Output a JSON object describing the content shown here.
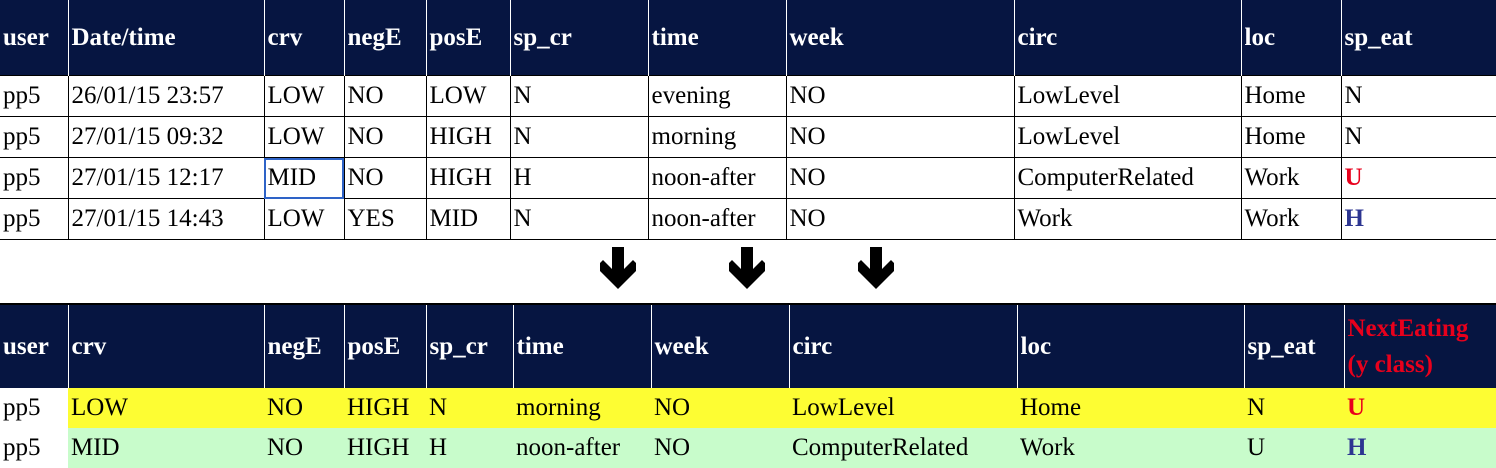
{
  "top_table": {
    "headers": [
      "user",
      "Date/time",
      "crv",
      "negE",
      "posE",
      "sp_cr",
      "time",
      "week",
      "circ",
      "loc",
      "sp_eat"
    ],
    "rows": [
      [
        "pp5",
        "26/01/15 23:57",
        "LOW",
        "NO",
        "LOW",
        "N",
        "evening",
        "NO",
        "LowLevel",
        "Home",
        "N"
      ],
      [
        "pp5",
        "27/01/15 09:32",
        "LOW",
        "NO",
        "HIGH",
        "N",
        "morning",
        "NO",
        "LowLevel",
        "Home",
        "N"
      ],
      [
        "pp5",
        "27/01/15 12:17",
        "MID",
        "NO",
        "HIGH",
        "H",
        "noon-after",
        "NO",
        "ComputerRelated",
        "Work",
        "U"
      ],
      [
        "pp5",
        "27/01/15 14:43",
        "LOW",
        "YES",
        "MID",
        "N",
        "noon-after",
        "NO",
        "Work",
        "Work",
        "H"
      ]
    ]
  },
  "bottom_table": {
    "headers": [
      "user",
      "crv",
      "negE",
      "posE",
      "sp_cr",
      "time",
      "week",
      "circ",
      "loc",
      "sp_eat"
    ],
    "target_header_line1": "NextEating",
    "target_header_line2": "(y class)",
    "rows": [
      [
        "pp5",
        "LOW",
        "NO",
        "HIGH",
        "N",
        "morning",
        "NO",
        "LowLevel",
        "Home",
        "N",
        "U"
      ],
      [
        "pp5",
        "MID",
        "NO",
        "HIGH",
        "H",
        "noon-after",
        "NO",
        "ComputerRelated",
        "Work",
        "U",
        "H"
      ]
    ]
  },
  "arrows": [
    "down-arrow-icon",
    "down-arrow-icon",
    "down-arrow-icon"
  ],
  "colors": {
    "header_bg": "#061541",
    "header_text": "#ffffff",
    "target_red": "#e8001c",
    "target_blue": "#2c3591",
    "row_yellow": "#fdfd33",
    "row_green": "#c8fccb",
    "selection": "#2e63c7"
  }
}
